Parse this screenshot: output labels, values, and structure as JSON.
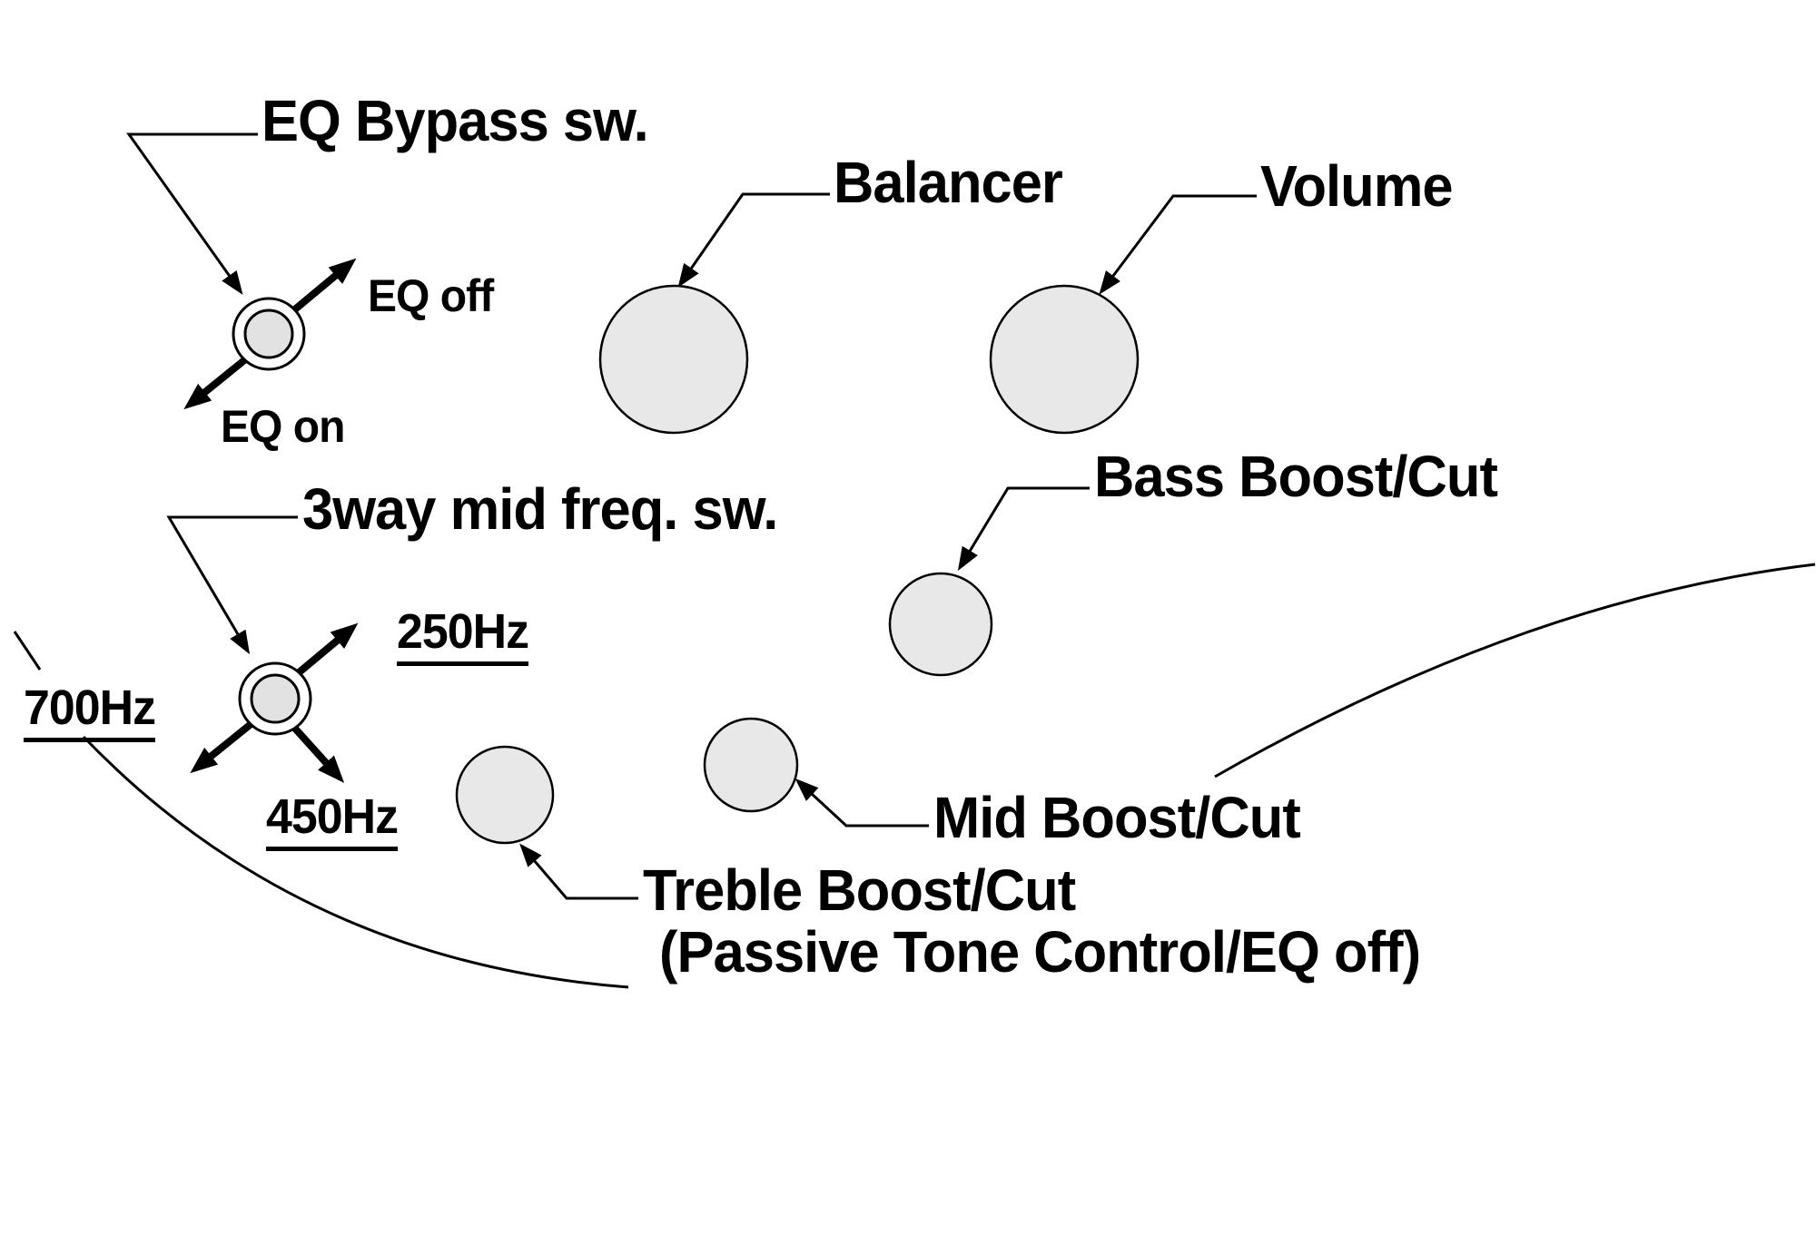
{
  "colors": {
    "knob_fill": "#e8e8e8",
    "switch_inner_fill": "#e2e2e2",
    "line": "#000000",
    "background": "#ffffff"
  },
  "labels": {
    "eq_bypass_sw": "EQ Bypass sw.",
    "eq_off": "EQ off",
    "eq_on": "EQ on",
    "balancer": "Balancer",
    "volume": "Volume",
    "mid_freq_sw": "3way mid freq. sw.",
    "hz_250": "250Hz",
    "hz_700": "700Hz",
    "hz_450": "450Hz",
    "bass_boost_cut": "Bass Boost/Cut",
    "mid_boost_cut": "Mid Boost/Cut",
    "treble_boost_cut": "Treble Boost/Cut",
    "treble_boost_cut_sub": "(Passive Tone Control/EQ off)"
  }
}
